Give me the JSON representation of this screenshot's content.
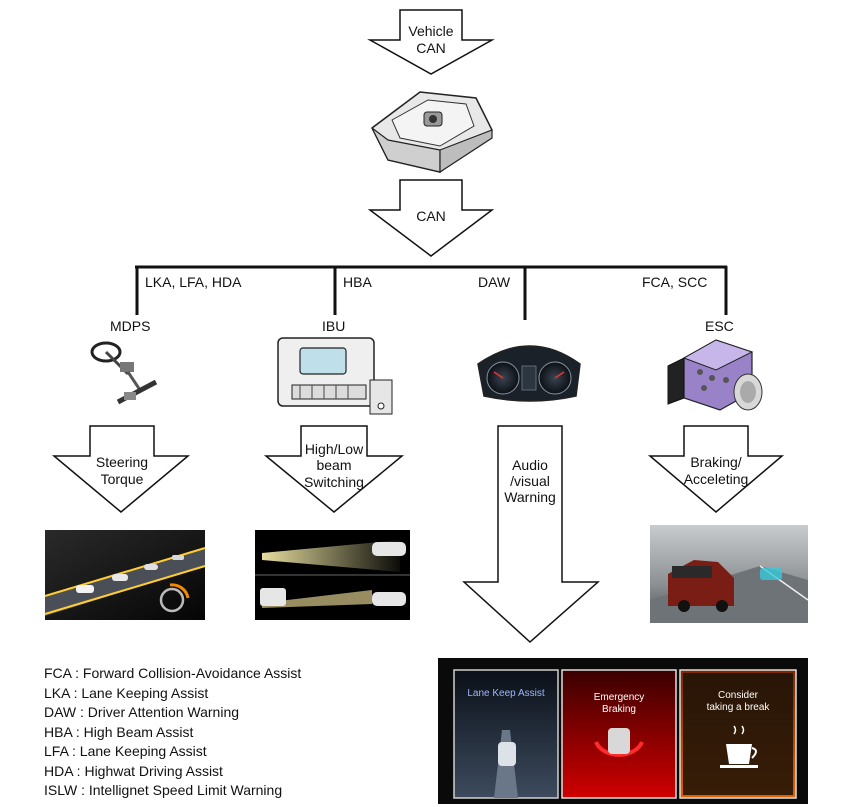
{
  "top": {
    "input_arrow_lines": [
      "Vehicle",
      "CAN"
    ],
    "bus_arrow_label": "CAN"
  },
  "bus_labels": {
    "lka_lfa_hda": "LKA, LFA, HDA",
    "hba": "HBA",
    "daw": "DAW",
    "fca_scc": "FCA, SCC"
  },
  "modules": {
    "mdps": "MDPS",
    "ibu": "IBU",
    "esc": "ESC"
  },
  "output_arrows": {
    "steering": [
      "Steering",
      "Torque"
    ],
    "beam": [
      "High/Low",
      "beam",
      "Switching"
    ],
    "warning": [
      "Audio",
      "/visual",
      "Warning"
    ],
    "braking": [
      "Braking/",
      "Acceleting"
    ]
  },
  "warning_panels": {
    "lane_keep": "Lane Keep Assist",
    "emergency": [
      "Emergency",
      "Braking"
    ],
    "break": [
      "Consider",
      "taking a break"
    ]
  },
  "legend": [
    "FCA : Forward Collision-Avoidance Assist",
    "LKA : Lane Keeping Assist",
    "DAW : Driver Attention Warning",
    "HBA : High Beam Assist",
    "LFA : Lane Keeping Assist",
    "HDA : Highwat Driving Assist",
    "ISLW : Intellignet Speed Limit Warning"
  ]
}
